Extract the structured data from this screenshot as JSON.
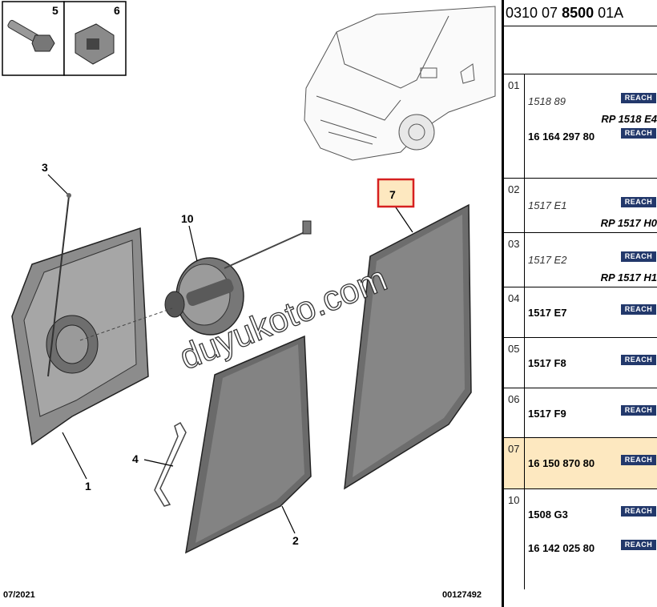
{
  "reference": {
    "prefix": "0310 07 ",
    "bold": "8500",
    "suffix": " 01A"
  },
  "callouts": [
    "1",
    "2",
    "3",
    "4",
    "5",
    "6",
    "7",
    "10"
  ],
  "highlighted_callout": "7",
  "footer": {
    "date": "07/2021",
    "doc_number": "00127492"
  },
  "watermark": "duyukoto.com",
  "reach_label": "REACH",
  "rows": [
    {
      "num": "01",
      "lines": [
        {
          "text": "1518 89",
          "style": "it",
          "reach": true
        },
        {
          "text": "RP 1518 E4",
          "style": "bi",
          "reach": false
        },
        {
          "text": "16 164 297 80",
          "style": "bd",
          "reach": true
        }
      ]
    },
    {
      "num": "02",
      "lines": [
        {
          "text": "1517 E1",
          "style": "it",
          "reach": true
        },
        {
          "text": "RP 1517 H0",
          "style": "bi",
          "reach": false
        }
      ]
    },
    {
      "num": "03",
      "lines": [
        {
          "text": "1517 E2",
          "style": "it",
          "reach": true
        },
        {
          "text": "RP 1517 H1",
          "style": "bi",
          "reach": false
        }
      ]
    },
    {
      "num": "04",
      "lines": [
        {
          "text": "1517 E7",
          "style": "bd",
          "reach": true
        }
      ]
    },
    {
      "num": "05",
      "lines": [
        {
          "text": "1517 F8",
          "style": "bd",
          "reach": true
        }
      ]
    },
    {
      "num": "06",
      "lines": [
        {
          "text": "1517 F9",
          "style": "bd",
          "reach": true
        }
      ]
    },
    {
      "num": "07",
      "highlight": true,
      "lines": [
        {
          "text": "16 150 870 80",
          "style": "bd",
          "reach": true
        }
      ]
    },
    {
      "num": "10",
      "lines": [
        {
          "text": "1508 G3",
          "style": "bd",
          "reach": true
        },
        {
          "text": "16 142 025 80",
          "style": "bd",
          "reach": true
        }
      ]
    }
  ]
}
